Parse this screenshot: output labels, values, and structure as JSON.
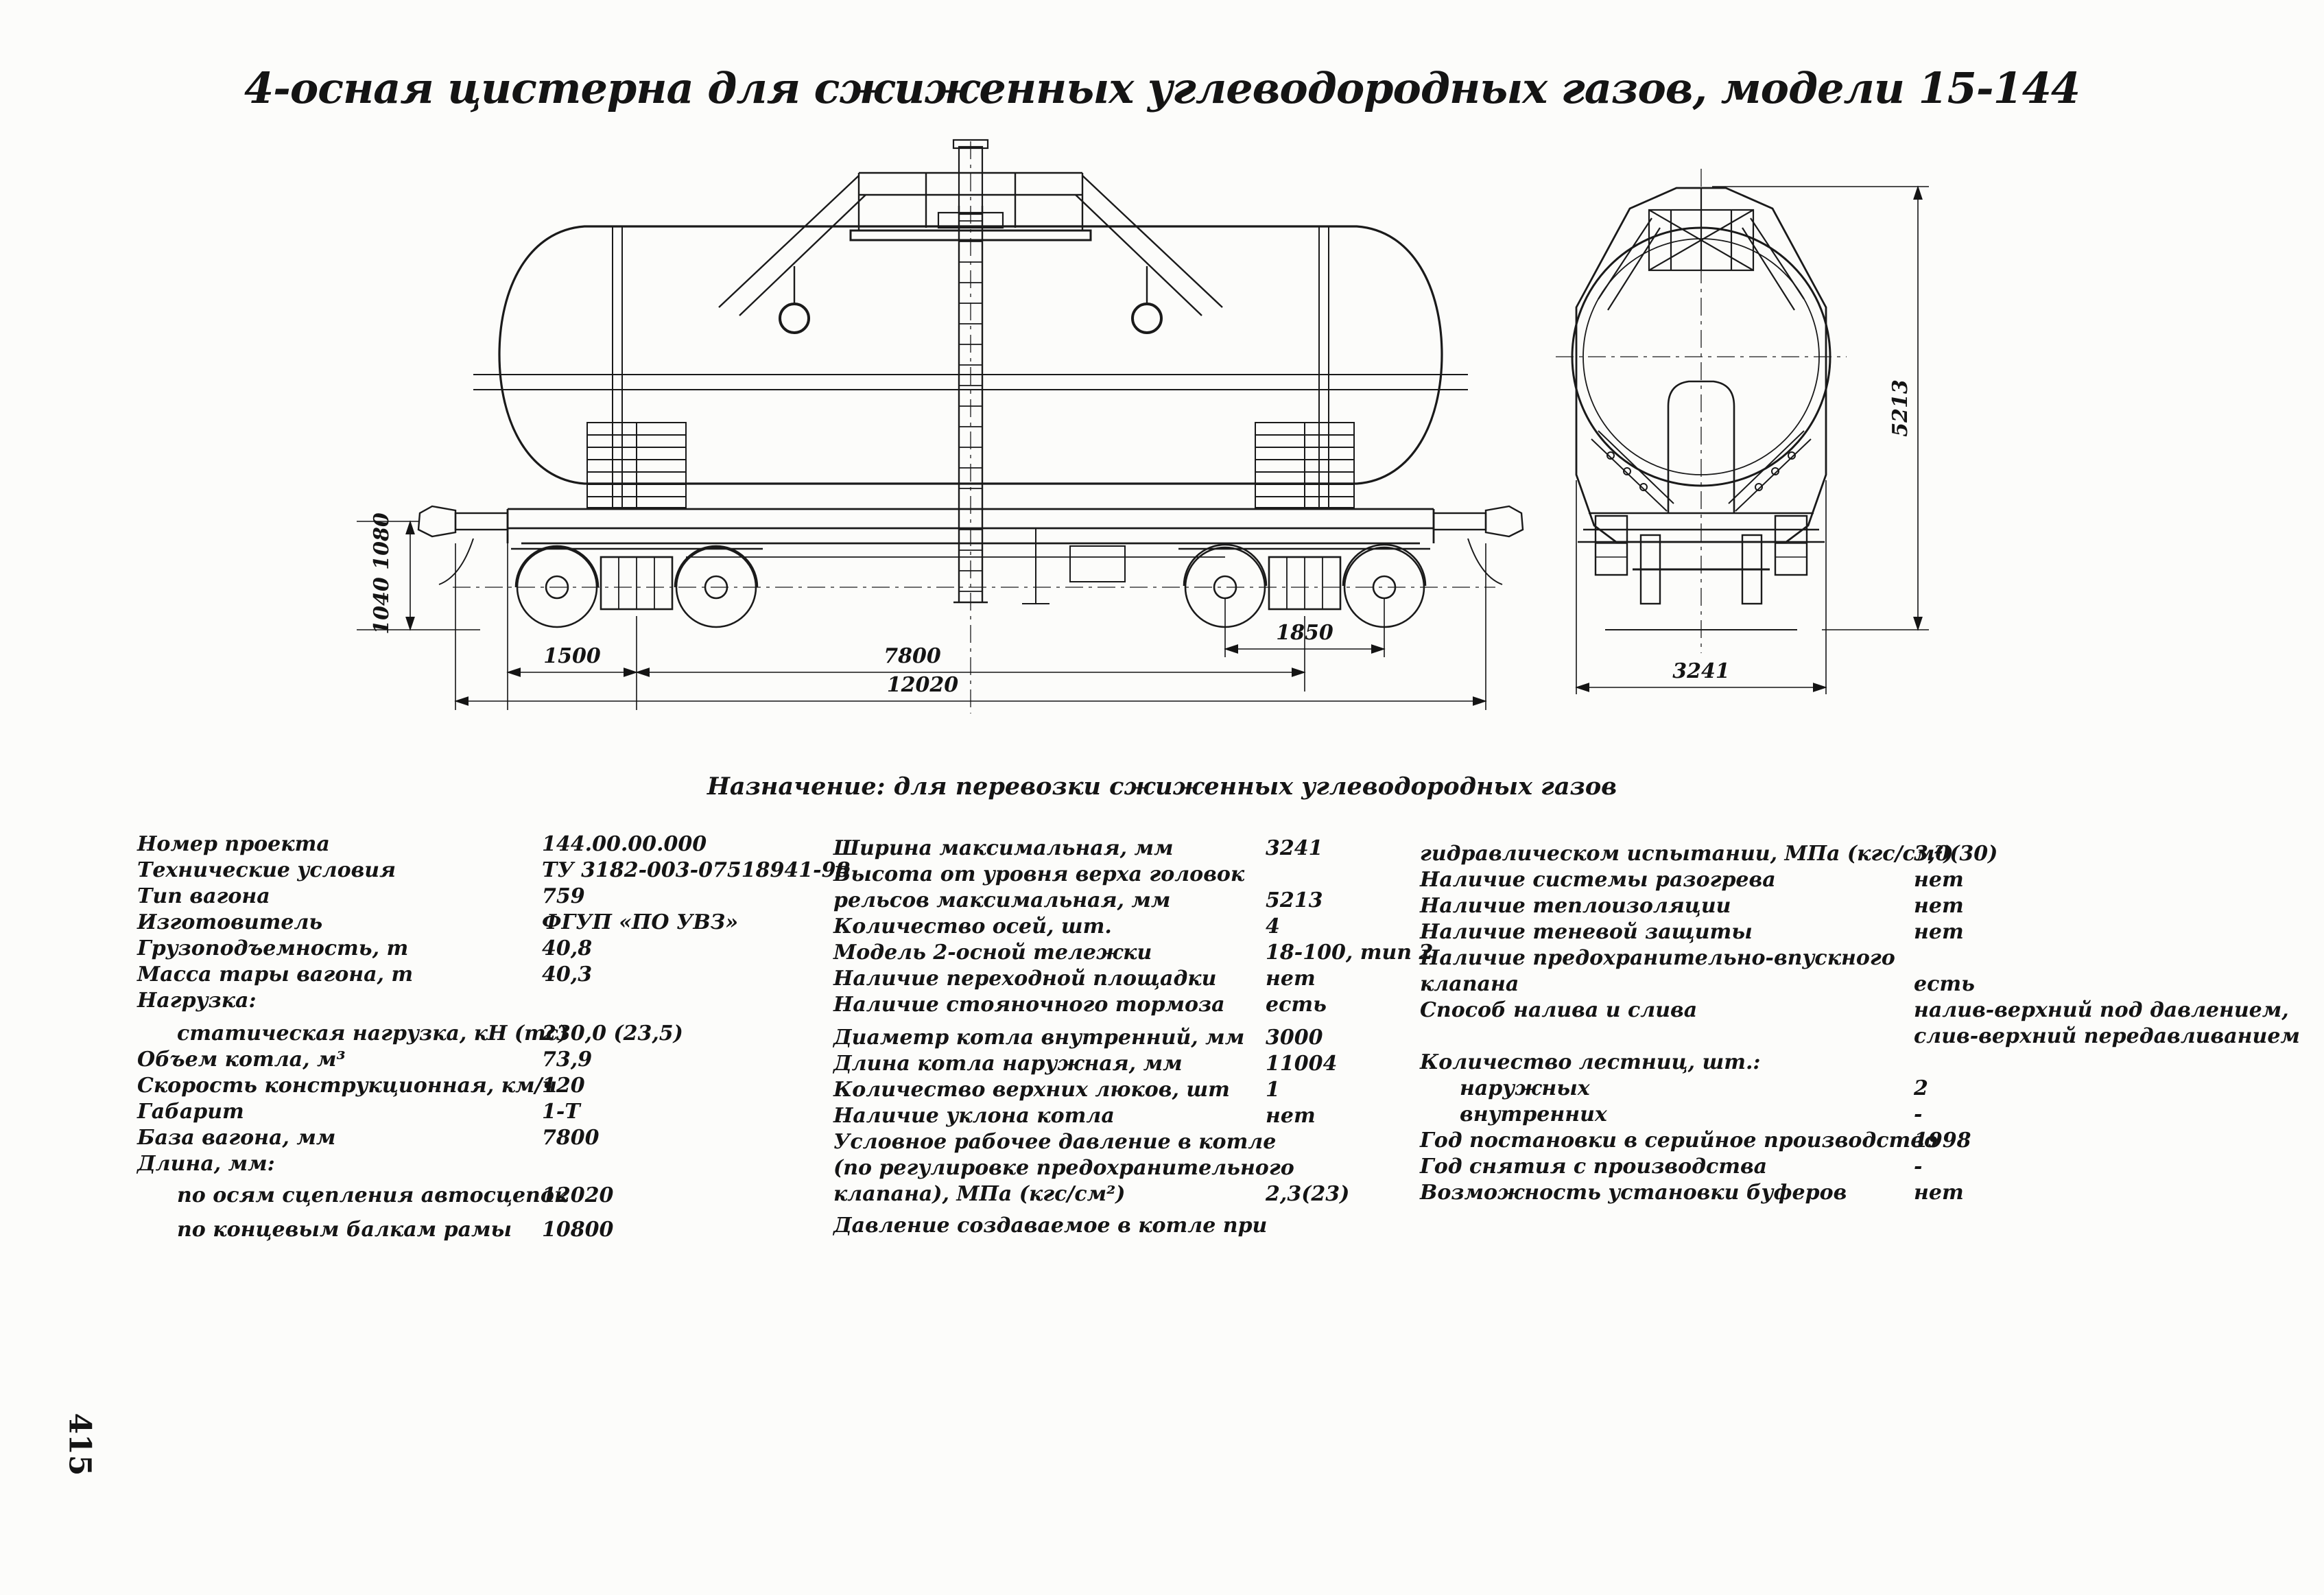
{
  "page": {
    "title": "4-осная цистерна для сжиженных углеводородных газов, модели 15-144",
    "purpose": "Назначение: для перевозки сжиженных углеводородных газов",
    "page_number": "415"
  },
  "drawing": {
    "dims": {
      "coupler_height": "1040 1080",
      "frame_to_bogie": "1500",
      "wagon_base": "7800",
      "length_over_couplers": "12020",
      "bogie_wheelbase": "1850",
      "max_width": "3241",
      "max_height": "5213"
    }
  },
  "specs": {
    "col1": [
      {
        "label": "Номер проекта",
        "value": "144.00.00.000"
      },
      {
        "label": "Технические условия",
        "value": "ТУ 3182-003-07518941-98"
      },
      {
        "label": "Тип вагона",
        "value": "759"
      },
      {
        "label": "Изготовитель",
        "value": "ФГУП «ПО УВЗ»"
      },
      {
        "label": "Грузоподъемность, т",
        "value": "40,8"
      },
      {
        "label": "Масса тары вагона, т",
        "value": "40,3"
      },
      {
        "label": "Нагрузка:",
        "value": ""
      },
      {
        "label": "статическая нагрузка, кН (тс)",
        "value": "230,0 (23,5)",
        "indent": true,
        "mt": 10
      },
      {
        "label": "Объем котла, м³",
        "value": "73,9"
      },
      {
        "label": "Скорость конструкционная, км/ч",
        "value": "120"
      },
      {
        "label": "Габарит",
        "value": "1-Т"
      },
      {
        "label": "База вагона, мм",
        "value": "7800"
      },
      {
        "label": "Длина, мм:",
        "value": ""
      },
      {
        "label": "по осям сцепления автосцепок",
        "value": "12020",
        "indent": true,
        "mt": 8
      },
      {
        "label": "по концевым балкам рамы",
        "value": "10800",
        "indent": true,
        "mt": 12
      }
    ],
    "col2": [
      {
        "label": "Ширина максимальная, мм",
        "value": "3241"
      },
      {
        "label": "Высота от уровня верха головок",
        "value": ""
      },
      {
        "label": "рельсов максимальная, мм",
        "value": "5213"
      },
      {
        "label": "Количество осей, шт.",
        "value": "4"
      },
      {
        "label": "Модель 2-осной тележки",
        "value": "18-100, тип 2"
      },
      {
        "label": "Наличие переходной площадки",
        "value": "нет"
      },
      {
        "label": "Наличие стояночного тормоза",
        "value": "есть"
      },
      {
        "label": "Диаметр котла внутренний, мм",
        "value": "3000",
        "mt": 10
      },
      {
        "label": "Длина котла наружная, мм",
        "value": "11004"
      },
      {
        "label": "Количество верхних люков, шт",
        "value": "1"
      },
      {
        "label": "Наличие уклона котла",
        "value": "нет"
      },
      {
        "label": "Условное рабочее давление в котле",
        "value": ""
      },
      {
        "label": "(по регулировке предохранительного",
        "value": ""
      },
      {
        "label": "клапана), МПа (кгс/см²)",
        "value": "2,3(23)"
      },
      {
        "label": "Давление создаваемое в котле при",
        "value": "",
        "mt": 8
      }
    ],
    "col3": [
      {
        "label": "гидравлическом испытании, МПа (кгс/см²)",
        "value": "3,0(30)"
      },
      {
        "label": "Наличие системы разогрева",
        "value": "нет"
      },
      {
        "label": "Наличие теплоизоляции",
        "value": "нет"
      },
      {
        "label": "Наличие теневой защиты",
        "value": "нет"
      },
      {
        "label": "Наличие предохранительно-впускного",
        "value": ""
      },
      {
        "label": "клапана",
        "value": "есть"
      },
      {
        "label": "Способ налива и слива",
        "value": "налив-верхний под давлением,"
      },
      {
        "label": "",
        "value": "слив-верхний передавливанием"
      },
      {
        "label": "Количество лестниц, шт.:",
        "value": ""
      },
      {
        "label": "наружных",
        "value": "2",
        "indent": true
      },
      {
        "label": "внутренних",
        "value": "-",
        "indent": true
      },
      {
        "label": "Год постановки в серийное производство",
        "value": "1998"
      },
      {
        "label": "Год снятия с производства",
        "value": "-"
      },
      {
        "label": "Возможность установки буферов",
        "value": "нет"
      }
    ]
  }
}
